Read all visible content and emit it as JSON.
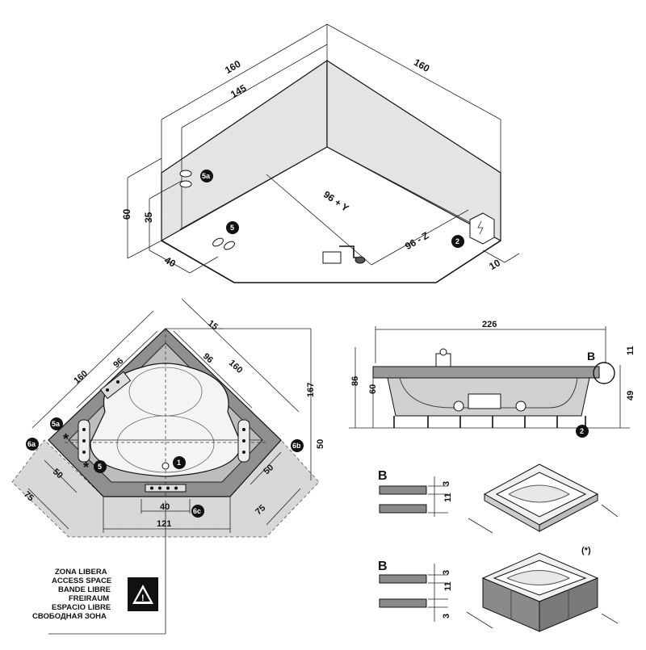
{
  "top_view": {
    "dim_160_left": "160",
    "dim_145": "145",
    "dim_160_right": "160",
    "dim_60": "60",
    "dim_35": "35",
    "dim_40": "40",
    "dim_10": "10",
    "dim_96y": "96 + Y",
    "dim_96z": "96 - Z",
    "badge_5a": "5a",
    "badge_5": "5",
    "badge_2": "2"
  },
  "plan": {
    "dim_15": "15",
    "dim_96_left": "96",
    "dim_96_right": "96",
    "dim_160_left": "160",
    "dim_160_right": "160",
    "dim_167": "167",
    "dim_50_right": "50",
    "dim_50_lower_left": "50",
    "dim_50_lower_right": "50",
    "dim_75_left": "75",
    "dim_75_right": "75",
    "dim_40": "40",
    "dim_121": "121",
    "badge_5a": "5a",
    "badge_6a": "6a",
    "badge_6b": "6b",
    "badge_5": "5",
    "badge_1": "1",
    "badge_6c": "6c",
    "star": "*"
  },
  "side_view": {
    "dim_226": "226",
    "dim_86": "86",
    "dim_60": "60",
    "dim_11": "11",
    "dim_49": "49",
    "label_b": "B",
    "badge_2": "2"
  },
  "detail_1": {
    "label_b": "B",
    "dim_3": "3",
    "dim_11": "11"
  },
  "detail_2": {
    "label_b": "B",
    "dim_3": "3",
    "dim_11": "11",
    "dim_3_lower": "3",
    "asterisk": "(*)"
  },
  "legend": {
    "lines": [
      "ZONA LIBERA",
      "ACCESS SPACE",
      "BANDE LIBRE",
      "FREIRAUM",
      "ESPACIO LIBRE",
      "СВОБОДНАЯ ЗОНА"
    ],
    "warning_glyph": "!"
  }
}
